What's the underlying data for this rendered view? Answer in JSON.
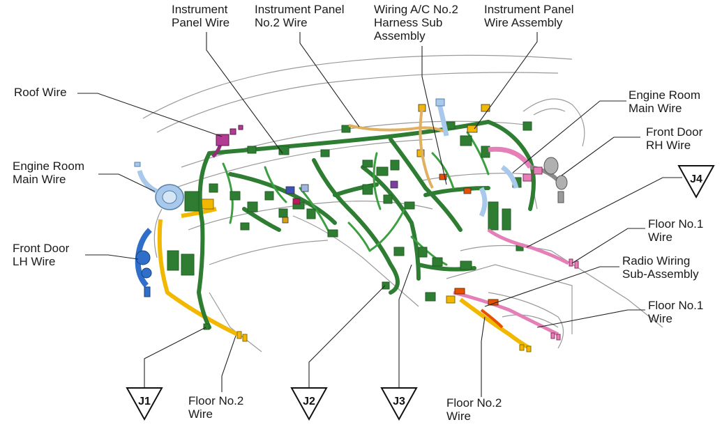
{
  "labels": {
    "instrument_panel_wire": [
      "Instrument",
      "Panel Wire"
    ],
    "instrument_panel_no2_wire": [
      "Instrument Panel",
      "No.2 Wire"
    ],
    "wiring_ac_no2": [
      "Wiring A/C No.2",
      "Harness Sub",
      "Assembly"
    ],
    "instrument_panel_wire_assembly": [
      "Instrument Panel",
      "Wire Assembly"
    ],
    "roof_wire": [
      "Roof Wire"
    ],
    "engine_room_main_wire_right": [
      "Engine Room",
      "Main Wire"
    ],
    "front_door_rh_wire": [
      "Front Door",
      "RH Wire"
    ],
    "engine_room_main_wire_left": [
      "Engine Room",
      "Main Wire"
    ],
    "front_door_lh_wire": [
      "Front Door",
      "LH Wire"
    ],
    "floor_no1_wire_upper": [
      "Floor No.1",
      "Wire"
    ],
    "radio_wiring": [
      "Radio Wiring",
      "Sub-Assembly"
    ],
    "floor_no1_wire_lower": [
      "Floor No.1",
      "Wire"
    ],
    "floor_no2_wire_left": [
      "Floor No.2",
      "Wire"
    ],
    "floor_no2_wire_right": [
      "Floor No.2",
      "Wire"
    ]
  },
  "junctions": {
    "j1": "J1",
    "j2": "J2",
    "j3": "J3",
    "j4": "J4"
  },
  "colors": {
    "main_harness": "#2e7d32",
    "floor_harness": "#f2b800",
    "door_lh": "#2f6fc9",
    "engine_main": "#a8c8ec",
    "door_rh_pink": "#e57fb8",
    "connector_dark": "#1f5e22",
    "outline": "#9a9a9a"
  }
}
